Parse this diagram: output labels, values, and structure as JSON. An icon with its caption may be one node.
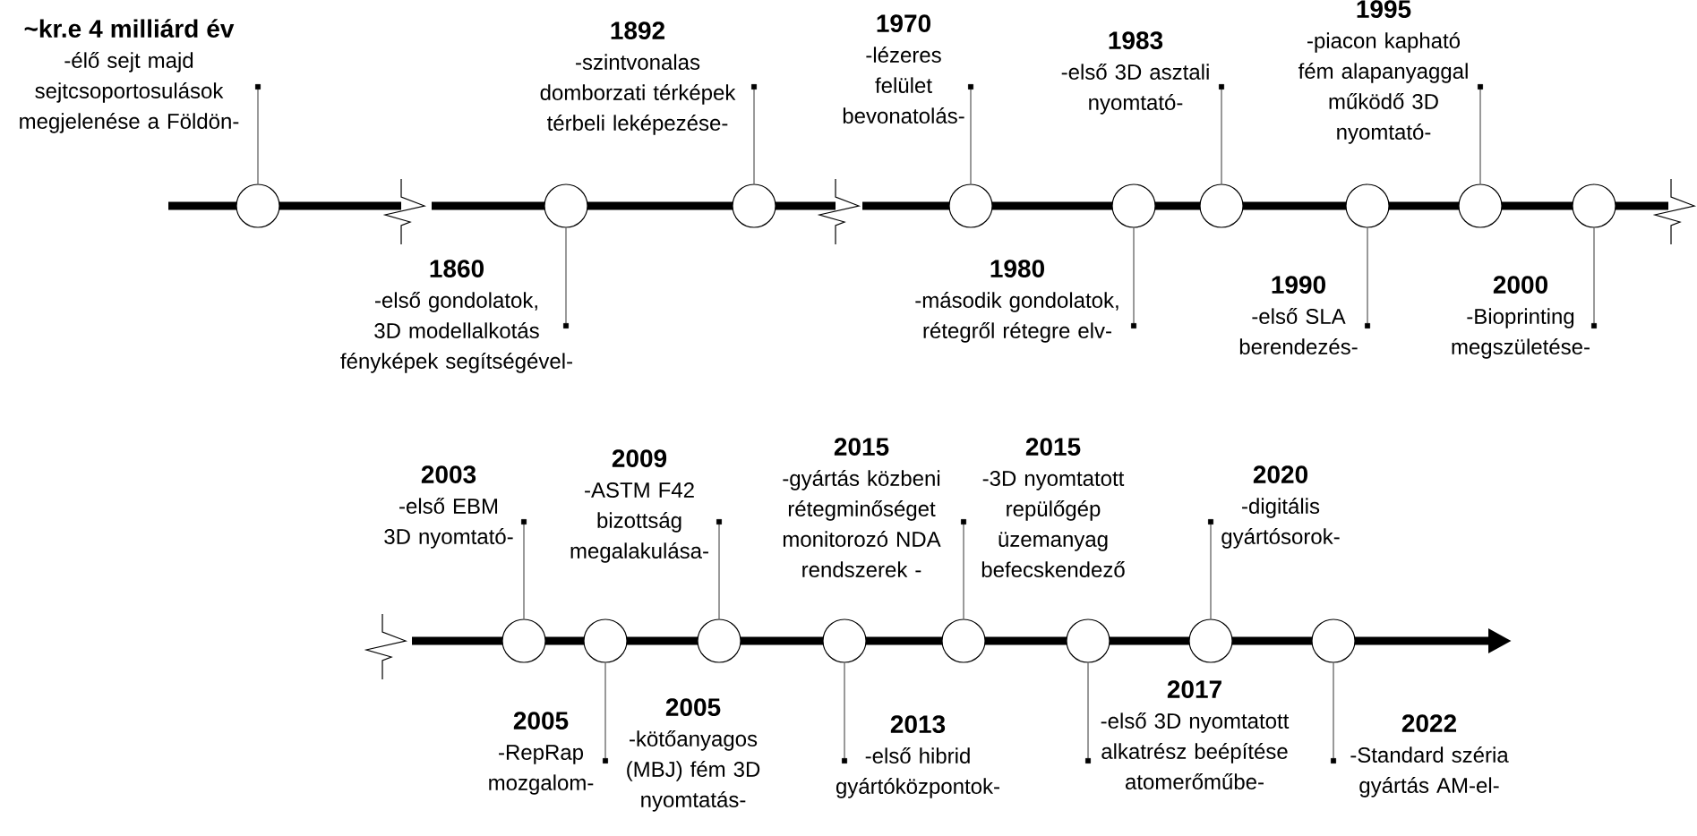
{
  "diagram": {
    "nodes": [
      {
        "text": [],
        "shape": "circle"
      },
      {
        "text": [],
        "shape": "circle"
      },
      {
        "text": [],
        "shape": "circle"
      },
      {
        "text": [],
        "shape": "circle"
      },
      {
        "text": [],
        "shape": "circle"
      },
      {
        "text": [],
        "shape": "circle"
      },
      {
        "text": [],
        "shape": "circle"
      },
      {
        "text": [],
        "shape": "circle"
      },
      {
        "text": [],
        "shape": "circle"
      },
      {
        "text": [
          "~kr.e 4 milliárd év",
          "-élő sejt majd sejtcsoportosulások megjelenése a Földön-"
        ]
      },
      {
        "text": [
          "1860",
          "-első gondolatok, 3D modellalkotás fényképek segítségével-"
        ]
      },
      {
        "text": [
          "1892",
          "-szintvonalas domborzati térképek térbeli leképezése-"
        ]
      },
      {
        "text": [
          "1970",
          "-lézeres felület bevonatolás-"
        ]
      },
      {
        "text": [
          "1980",
          "-második gondolatok, rétegről rétegre elv-"
        ]
      },
      {
        "text": [
          "1983",
          "-első 3D asztali nyomtató-"
        ]
      },
      {
        "text": [
          "1990",
          "-első SLA berendezés-"
        ]
      },
      {
        "text": [
          "1995",
          "-piacon kapható fém alapanyaggal működő 3D nyomtató-"
        ]
      },
      {
        "text": [
          "2000",
          "-Bioprinting megszületése-"
        ]
      },
      {
        "text": [],
        "shape": "circle"
      },
      {
        "text": [],
        "shape": "circle"
      },
      {
        "text": [],
        "shape": "circle"
      },
      {
        "text": [],
        "shape": "circle"
      },
      {
        "text": [],
        "shape": "circle"
      },
      {
        "text": [],
        "shape": "circle"
      },
      {
        "text": [],
        "shape": "circle"
      },
      {
        "text": [],
        "shape": "circle"
      },
      {
        "text": [
          "2003",
          "-első EBM 3D nyomtató-"
        ]
      },
      {
        "text": [
          "2005",
          "-RepRap mozgalom-"
        ]
      },
      {
        "text": [
          "2009",
          "-ASTM F42 bizottság megalakulása-"
        ]
      },
      {
        "text": [
          "2005",
          "-kötőanyagos (MBJ) fém 3D nyomtatás-"
        ]
      },
      {
        "text": [
          "2015",
          "-gyártás közbeni rétegminőséget monitorozó NDA rendszerek -"
        ]
      },
      {
        "text": [
          "2013",
          "-első hibrid gyártóközpontok-"
        ]
      },
      {
        "text": [
          "2020",
          "-digitális gyártósorok-"
        ]
      },
      {
        "text": [
          "2017",
          "-első 3D nyomtatott alkatrész beépítése atomerőműbe-"
        ]
      },
      {
        "text": [
          "2022",
          "-Standard széria gyártás AM-el-"
        ]
      }
    ],
    "edges": [
      {
        "from": 0,
        "to": 9,
        "arrow": "other"
      },
      {
        "from": 1,
        "to": 10,
        "arrow": "other"
      },
      {
        "from": 2,
        "to": 11,
        "arrow": "other"
      },
      {
        "from": 3,
        "to": 12,
        "arrow": "other"
      },
      {
        "from": 4,
        "to": 13,
        "arrow": "other"
      },
      {
        "from": 5,
        "to": 14,
        "arrow": "other"
      },
      {
        "from": 6,
        "to": 15,
        "arrow": "other"
      },
      {
        "from": 7,
        "to": 16,
        "arrow": "other"
      },
      {
        "from": 8,
        "to": 17,
        "arrow": "other"
      },
      {
        "from": 18,
        "to": 26,
        "arrow": "other"
      },
      {
        "from": 19,
        "to": 27,
        "arrow": "other"
      },
      {
        "from": 20,
        "to": 28,
        "arrow": "other"
      },
      {
        "from": 21,
        "to": 31,
        "arrow": "other"
      },
      {
        "from": 22,
        "to": 30,
        "arrow": "other"
      },
      {
        "from": 23,
        "to": 33,
        "arrow": "other"
      },
      {
        "from": 24,
        "to": 32,
        "arrow": "other"
      },
      {
        "from": 25,
        "to": 34,
        "arrow": "other"
      }
    ],
    "labels": [
      "2015",
      "-3D nyomtatott repülőgép üzemanyag befecskendező"
    ]
  }
}
